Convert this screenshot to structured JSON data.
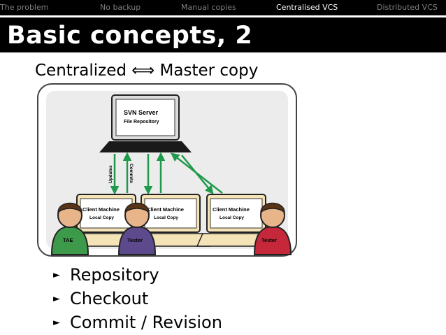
{
  "nav": {
    "items": [
      {
        "label": "The problem",
        "active": false
      },
      {
        "label": "No backup",
        "active": false
      },
      {
        "label": "Manual copies",
        "active": false
      },
      {
        "label": "Centralised VCS",
        "active": true
      },
      {
        "label": "Distributed VCS",
        "active": false
      }
    ]
  },
  "slide": {
    "title": "Basic concepts, 2",
    "subtitle": "Centralized ⟺ Master copy"
  },
  "diagram": {
    "server_title": "SVN Server",
    "server_subtitle": "File Repository",
    "updates_label": "Updates",
    "commits_label": "Commits",
    "clients": [
      {
        "title": "Client Machine",
        "subtitle": "Local Copy",
        "person": "TAE",
        "person_color": "#3c9a4a"
      },
      {
        "title": "Client Machine",
        "subtitle": "Local Copy",
        "person": "Tester",
        "person_color": "#5c4a8c"
      },
      {
        "title": "Client Machine",
        "subtitle": "Local Copy",
        "person": "Tester",
        "person_color": "#c4283a"
      }
    ],
    "arrow_color": "#1f9a4a"
  },
  "bullets": [
    "Repository",
    "Checkout",
    "Commit / Revision"
  ],
  "bullet_marker": "►"
}
